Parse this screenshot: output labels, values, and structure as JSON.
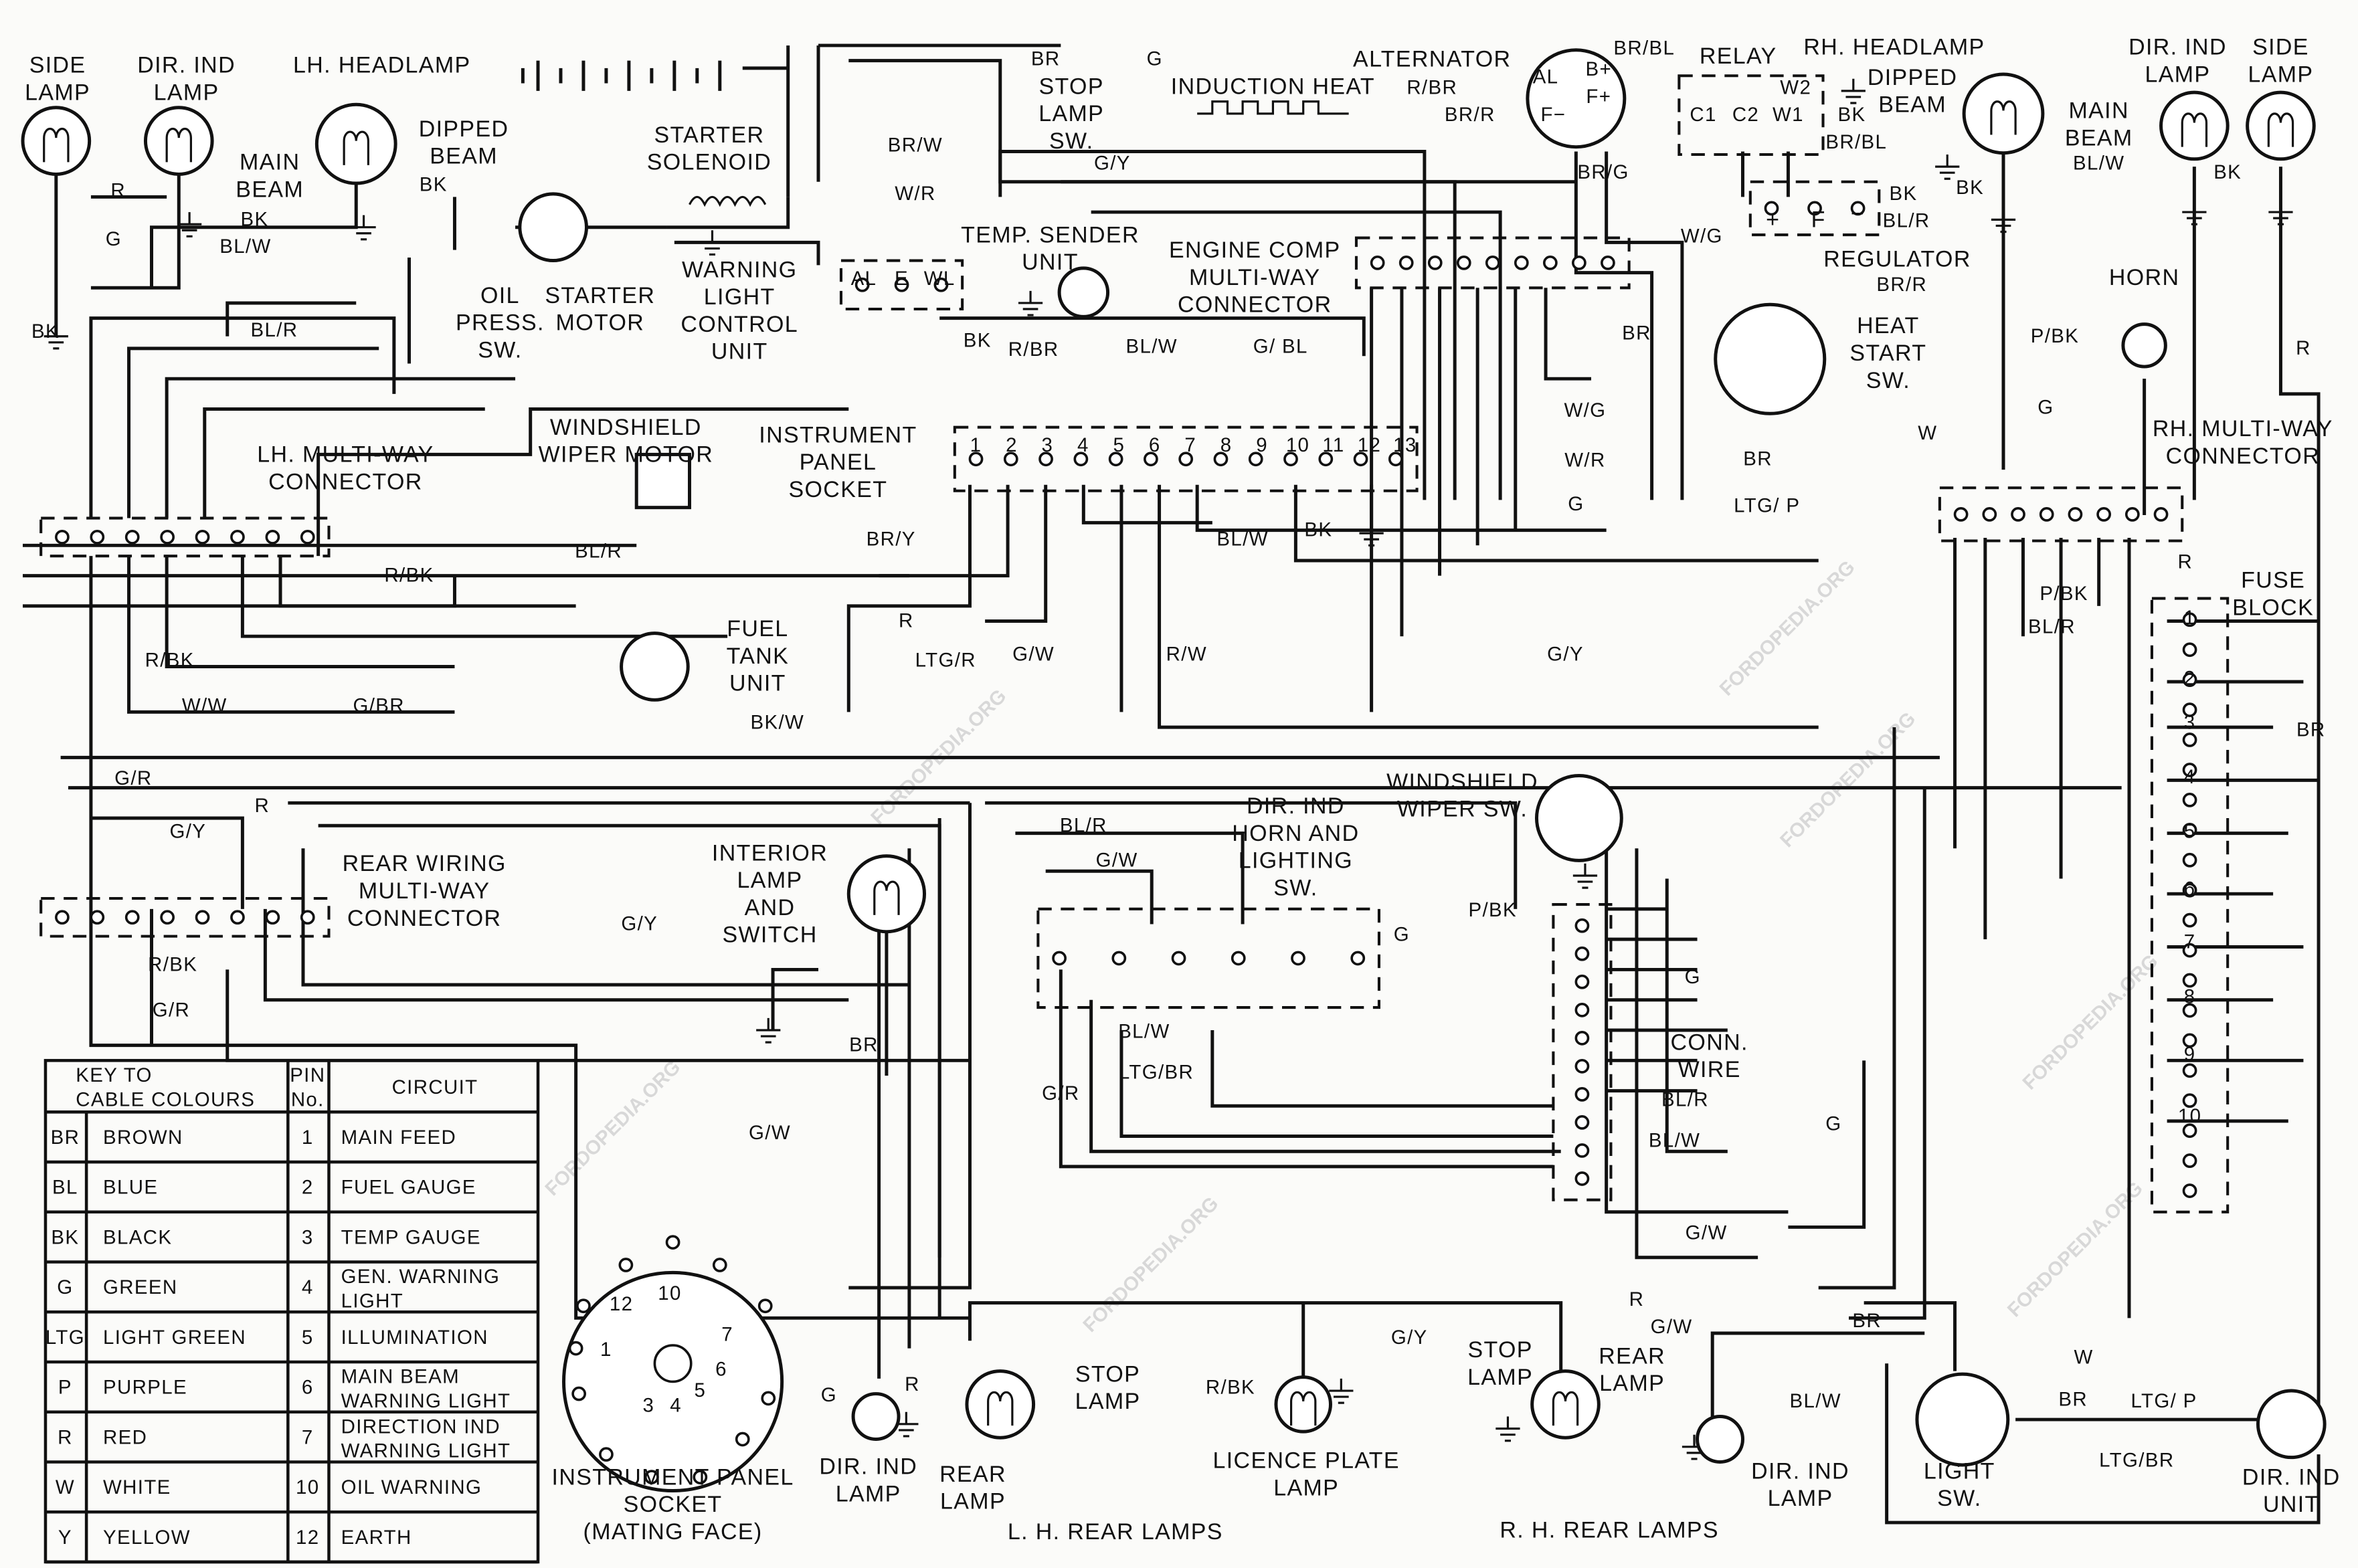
{
  "watermark": "FORDOPEDIA.ORG",
  "labels": {
    "lh_side_lamp": [
      "SIDE",
      "LAMP"
    ],
    "lh_dir_ind_lamp": [
      "DIR. IND",
      "LAMP"
    ],
    "lh_headlamp": "LH. HEADLAMP",
    "lh_dipped_beam": [
      "DIPPED",
      "BEAM"
    ],
    "lh_main_beam": [
      "MAIN",
      "BEAM"
    ],
    "starter_solenoid": [
      "STARTER",
      "SOLENOID"
    ],
    "starter_motor": [
      "STARTER",
      "MOTOR"
    ],
    "oil_press_sw": [
      "OIL",
      "PRESS.",
      "SW."
    ],
    "warning_light_unit": [
      "WARNING",
      "LIGHT",
      "CONTROL",
      "UNIT"
    ],
    "wl_al": "AL",
    "wl_e": "E",
    "wl_wl": "WL",
    "stop_lamp_sw": [
      "STOP",
      "LAMP",
      "SW."
    ],
    "induction_heat": "INDUCTION HEAT",
    "alternator": "ALTERNATOR",
    "alt_al": "AL",
    "alt_bplus": "B+",
    "alt_fplus": "F+",
    "alt_fminus": "F−",
    "relay": "RELAY",
    "relay_w2": "W2",
    "relay_c1": "C1",
    "relay_c2": "C2",
    "relay_w1": "W1",
    "reg_plus": "+",
    "reg_f": "F",
    "reg_minus": "−",
    "regulator": "REGULATOR",
    "rh_headlamp": "RH. HEADLAMP",
    "rh_dipped_beam": [
      "DIPPED",
      "BEAM"
    ],
    "rh_main_beam": [
      "MAIN",
      "BEAM"
    ],
    "rh_dir_ind_lamp": [
      "DIR. IND",
      "LAMP"
    ],
    "rh_side_lamp": [
      "SIDE",
      "LAMP"
    ],
    "horn": "HORN",
    "heat_start_sw": [
      "HEAT",
      "START",
      "SW."
    ],
    "temp_sender": [
      "TEMP. SENDER",
      "UNIT"
    ],
    "engine_comp_connector": [
      "ENGINE COMP",
      "MULTI-WAY",
      "CONNECTOR"
    ],
    "lh_multiway": [
      "LH. MULTI-WAY",
      "CONNECTOR"
    ],
    "rh_multiway": [
      "RH. MULTI-WAY",
      "CONNECTOR"
    ],
    "wiper_motor": [
      "WINDSHIELD",
      "WIPER MOTOR"
    ],
    "instrument_panel_socket": [
      "INSTRUMENT",
      "PANEL",
      "SOCKET"
    ],
    "ip_pins": [
      "1",
      "2",
      "3",
      "4",
      "5",
      "6",
      "7",
      "8",
      "9",
      "10",
      "11",
      "12",
      "13"
    ],
    "fuel_tank_unit": [
      "FUEL",
      "TANK",
      "UNIT"
    ],
    "rear_wiring_connector": [
      "REAR WIRING",
      "MULTI-WAY",
      "CONNECTOR"
    ],
    "interior_lamp": [
      "INTERIOR",
      "LAMP",
      "AND",
      "SWITCH"
    ],
    "dir_ind_horn_sw": [
      "DIR. IND",
      "HORN AND",
      "LIGHTING",
      "SW."
    ],
    "wiper_sw": [
      "WINDSHIELD",
      "WIPER SW."
    ],
    "conn_wire": [
      "CONN.",
      "WIRE"
    ],
    "fuse_block": [
      "FUSE",
      "BLOCK"
    ],
    "fuse_numbers": [
      "1",
      "2",
      "3",
      "4",
      "5",
      "6",
      "7",
      "8",
      "9",
      "10"
    ],
    "lh_rear_dir_ind": [
      "DIR. IND",
      "LAMP"
    ],
    "lh_rear_lamp": [
      "REAR",
      "LAMP"
    ],
    "lh_stop_lamp": [
      "STOP",
      "LAMP"
    ],
    "licence_plate_lamp": [
      "LICENCE PLATE",
      "LAMP"
    ],
    "lh_rear_lamps": "L. H. REAR LAMPS",
    "rh_stop_lamp": [
      "STOP",
      "LAMP"
    ],
    "rh_rear_lamp": [
      "REAR",
      "LAMP"
    ],
    "rh_rear_lamps": "R. H. REAR LAMPS",
    "rh_rear_dir_ind": [
      "DIR. IND",
      "LAMP"
    ],
    "light_sw": [
      "LIGHT",
      "SW."
    ],
    "dir_ind_unit": [
      "DIR. IND",
      "UNIT"
    ],
    "socket_face": [
      "INSTRUMENT PANEL",
      "SOCKET",
      "(MATING FACE)"
    ],
    "socket_pins": [
      "10",
      "12",
      "7",
      "1",
      "6",
      "5",
      "3",
      "4"
    ]
  },
  "wire_codes": [
    "R",
    "G",
    "BK",
    "BL/W",
    "BK",
    "BL/R",
    "BK",
    "BK",
    "BR",
    "G",
    "BR/W",
    "W/R",
    "G/Y",
    "R/BR",
    "BR/R",
    "BR/BL",
    "BK",
    "BR/BL",
    "BR/G",
    "BK",
    "BL/R",
    "W/G",
    "BR/R",
    "BL/W",
    "BK",
    "BK",
    "R/BR",
    "BL/W",
    "G/ BL",
    "BR",
    "W/G",
    "W/R",
    "G",
    "BR",
    "LTG/ P",
    "W",
    "P/BK",
    "G",
    "R",
    "BR/Y",
    "BL/R",
    "BL/W",
    "BK",
    "R/BK",
    "R",
    "LTG/R",
    "G/W",
    "R/W",
    "G/Y",
    "R/BK",
    "W/W",
    "G/BR",
    "BK/W",
    "G/R",
    "G/Y",
    "R",
    "R/BK",
    "G/R",
    "G/Y",
    "BR",
    "G/W",
    "BL/R",
    "G/W",
    "P/BK",
    "G",
    "G",
    "BL/W",
    "LTG/BR",
    "G/R",
    "BL/R",
    "BL/W",
    "G",
    "G/W",
    "R",
    "P/BK",
    "BL/R",
    "BR",
    "R",
    "G/W",
    "G/Y",
    "R/BK",
    "G",
    "R",
    "BR",
    "W",
    "BL/W",
    "BR",
    "LTG/ P",
    "LTG/BR"
  ],
  "key_table": {
    "title": [
      "KEY TO",
      "CABLE COLOURS"
    ],
    "pin_header": [
      "PIN",
      "No."
    ],
    "circuit_header": "CIRCUIT",
    "rows": [
      {
        "code": "BR",
        "colour": "BROWN",
        "pin": "1",
        "circuit": [
          "MAIN FEED"
        ]
      },
      {
        "code": "BL",
        "colour": "BLUE",
        "pin": "2",
        "circuit": [
          "FUEL GAUGE"
        ]
      },
      {
        "code": "BK",
        "colour": "BLACK",
        "pin": "3",
        "circuit": [
          "TEMP GAUGE"
        ]
      },
      {
        "code": "G",
        "colour": "GREEN",
        "pin": "4",
        "circuit": [
          "GEN. WARNING",
          "LIGHT"
        ]
      },
      {
        "code": "LTG",
        "colour": "LIGHT GREEN",
        "pin": "5",
        "circuit": [
          "ILLUMINATION"
        ]
      },
      {
        "code": "P",
        "colour": "PURPLE",
        "pin": "6",
        "circuit": [
          "MAIN BEAM",
          "WARNING LIGHT"
        ]
      },
      {
        "code": "R",
        "colour": "RED",
        "pin": "7",
        "circuit": [
          "DIRECTION IND",
          "WARNING LIGHT"
        ]
      },
      {
        "code": "W",
        "colour": "WHITE",
        "pin": "10",
        "circuit": [
          "OIL WARNING"
        ]
      },
      {
        "code": "Y",
        "colour": "YELLOW",
        "pin": "12",
        "circuit": [
          "EARTH"
        ]
      }
    ]
  }
}
